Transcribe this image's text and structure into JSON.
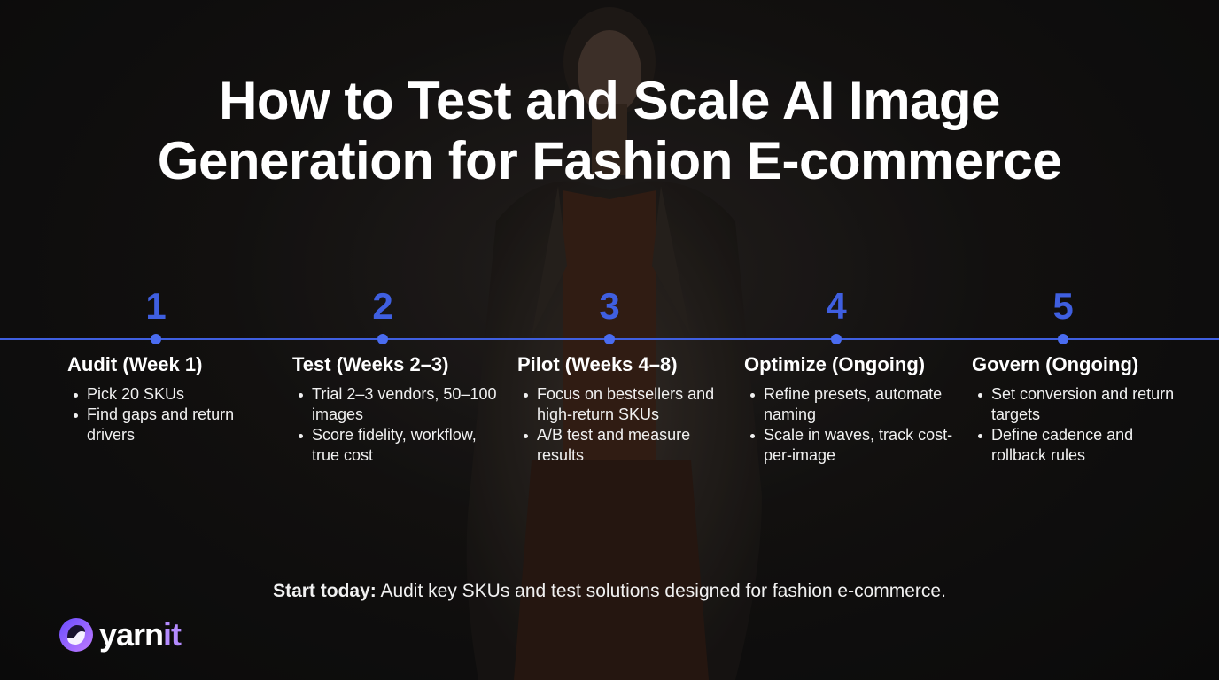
{
  "title": {
    "line1": "How to Test and Scale AI Image",
    "line2": "Generation for Fashion E-commerce"
  },
  "steps": [
    {
      "number": "1",
      "title": "Audit (Week 1)",
      "items": [
        "Pick 20 SKUs",
        "Find gaps and return drivers"
      ]
    },
    {
      "number": "2",
      "title": "Test (Weeks 2–3)",
      "items": [
        "Trial 2–3 vendors, 50–100 images",
        "Score fidelity, workflow, true cost"
      ]
    },
    {
      "number": "3",
      "title": "Pilot (Weeks 4–8)",
      "items": [
        "Focus on bestsellers and high-return SKUs",
        "A/B test and measure results"
      ]
    },
    {
      "number": "4",
      "title": "Optimize (Ongoing)",
      "items": [
        "Refine presets, automate naming",
        "Scale in waves, track cost-per-image"
      ]
    },
    {
      "number": "5",
      "title": "Govern (Ongoing)",
      "items": [
        "Set conversion and return targets",
        "Define cadence and rollback rules"
      ]
    }
  ],
  "cta": {
    "lead": "Start today:",
    "text": "Audit key SKUs and test solutions designed for fashion e-commerce."
  },
  "logo": {
    "text_main": "yarn",
    "text_accent": "it"
  },
  "colors": {
    "accent_blue": "#3f5fe0",
    "logo_purple": "#b48bff",
    "background": "#111111"
  },
  "icons": {
    "logo_mark": "yarnit-swirl-icon"
  }
}
